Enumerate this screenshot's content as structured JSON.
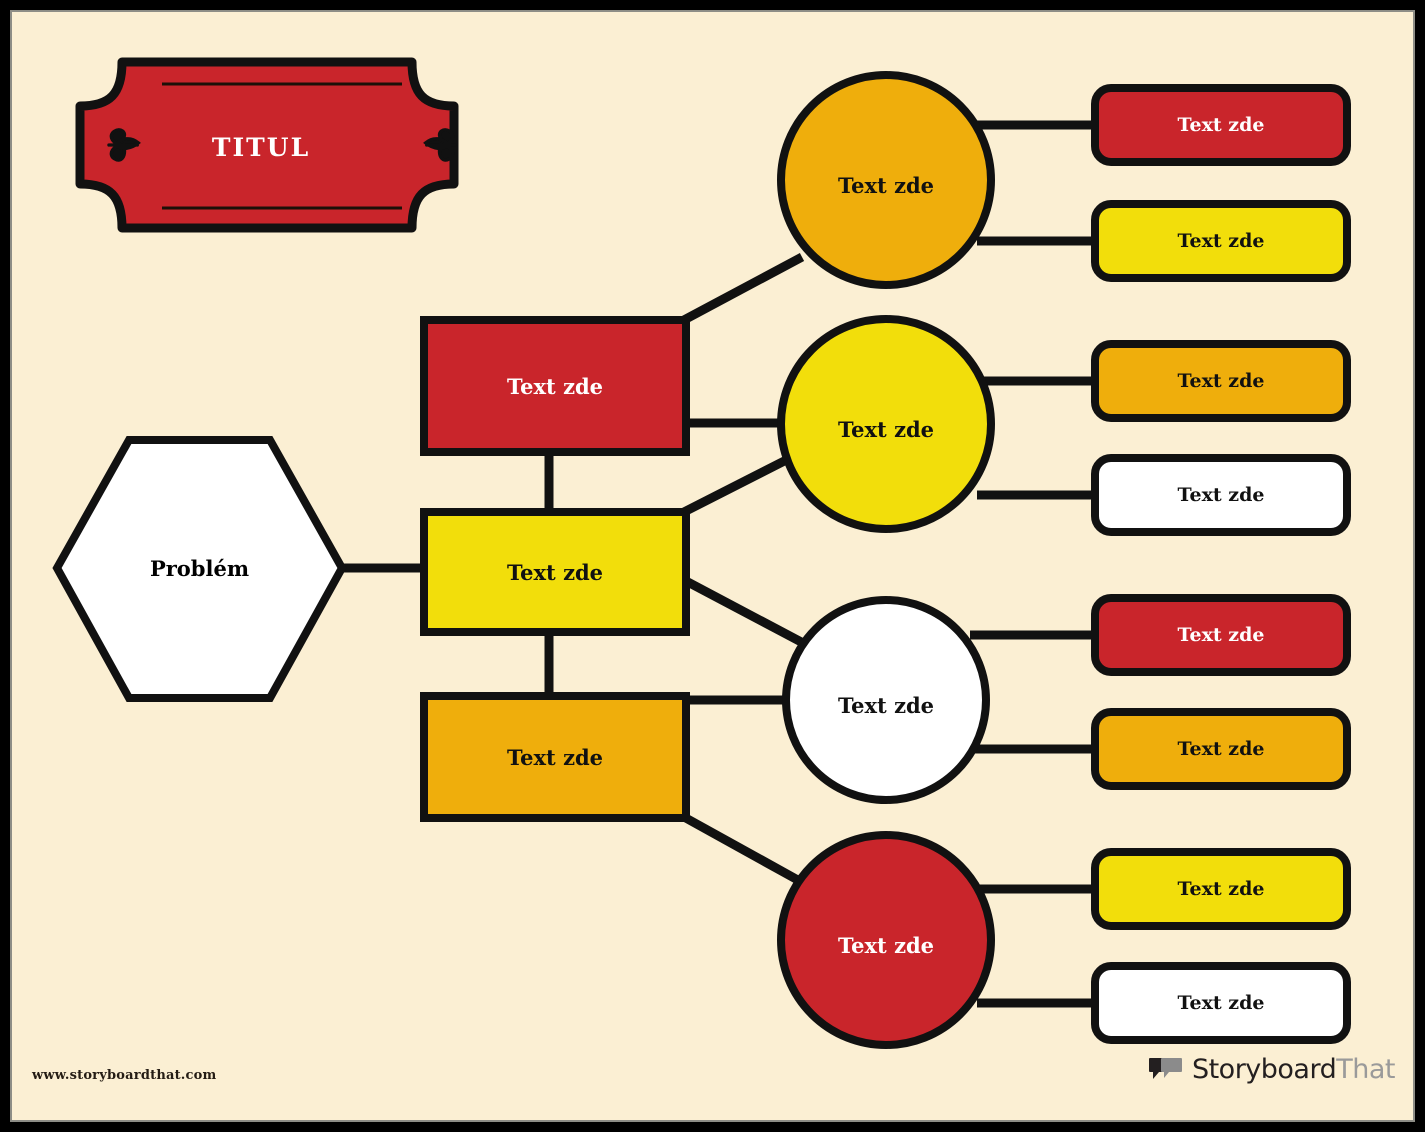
{
  "page": {
    "background_color": "#FBEFD3",
    "frame_color": "#000000"
  },
  "title": {
    "text": "TITUL",
    "plaque_fill": "#C9252B",
    "plaque_stroke": "#000000",
    "ornament_left": "flourish-ornament",
    "ornament_right": "flourish-ornament"
  },
  "problem": {
    "label": "Problém",
    "fill": "#FFFFFF"
  },
  "branches": [
    {
      "label": "Text zde",
      "fill": "#C9252B",
      "text_color": "#FFFFFF"
    },
    {
      "label": "Text zde",
      "fill": "#F2DE0B",
      "text_color": "#111111"
    },
    {
      "label": "Text zde",
      "fill": "#EFAE0C",
      "text_color": "#111111"
    }
  ],
  "circles": [
    {
      "label": "Text zde",
      "fill": "#EFAE0C",
      "text_color": "#111111"
    },
    {
      "label": "Text zde",
      "fill": "#F2DE0B",
      "text_color": "#111111"
    },
    {
      "label": "Text zde",
      "fill": "#FFFFFF",
      "text_color": "#111111"
    },
    {
      "label": "Text zde",
      "fill": "#C9252B",
      "text_color": "#FFFFFF"
    }
  ],
  "pills": [
    {
      "label": "Text zde",
      "fill": "#C9252B",
      "text_color": "#FFFFFF"
    },
    {
      "label": "Text zde",
      "fill": "#F2DE0B",
      "text_color": "#111111"
    },
    {
      "label": "Text zde",
      "fill": "#EFAE0C",
      "text_color": "#111111"
    },
    {
      "label": "Text zde",
      "fill": "#FFFFFF",
      "text_color": "#111111"
    },
    {
      "label": "Text zde",
      "fill": "#C9252B",
      "text_color": "#FFFFFF"
    },
    {
      "label": "Text zde",
      "fill": "#EFAE0C",
      "text_color": "#111111"
    },
    {
      "label": "Text zde",
      "fill": "#F2DE0B",
      "text_color": "#111111"
    },
    {
      "label": "Text zde",
      "fill": "#FFFFFF",
      "text_color": "#111111"
    }
  ],
  "footer": {
    "url": "www.storyboardthat.com",
    "brand_primary": "Storyboard",
    "brand_secondary": "That"
  }
}
